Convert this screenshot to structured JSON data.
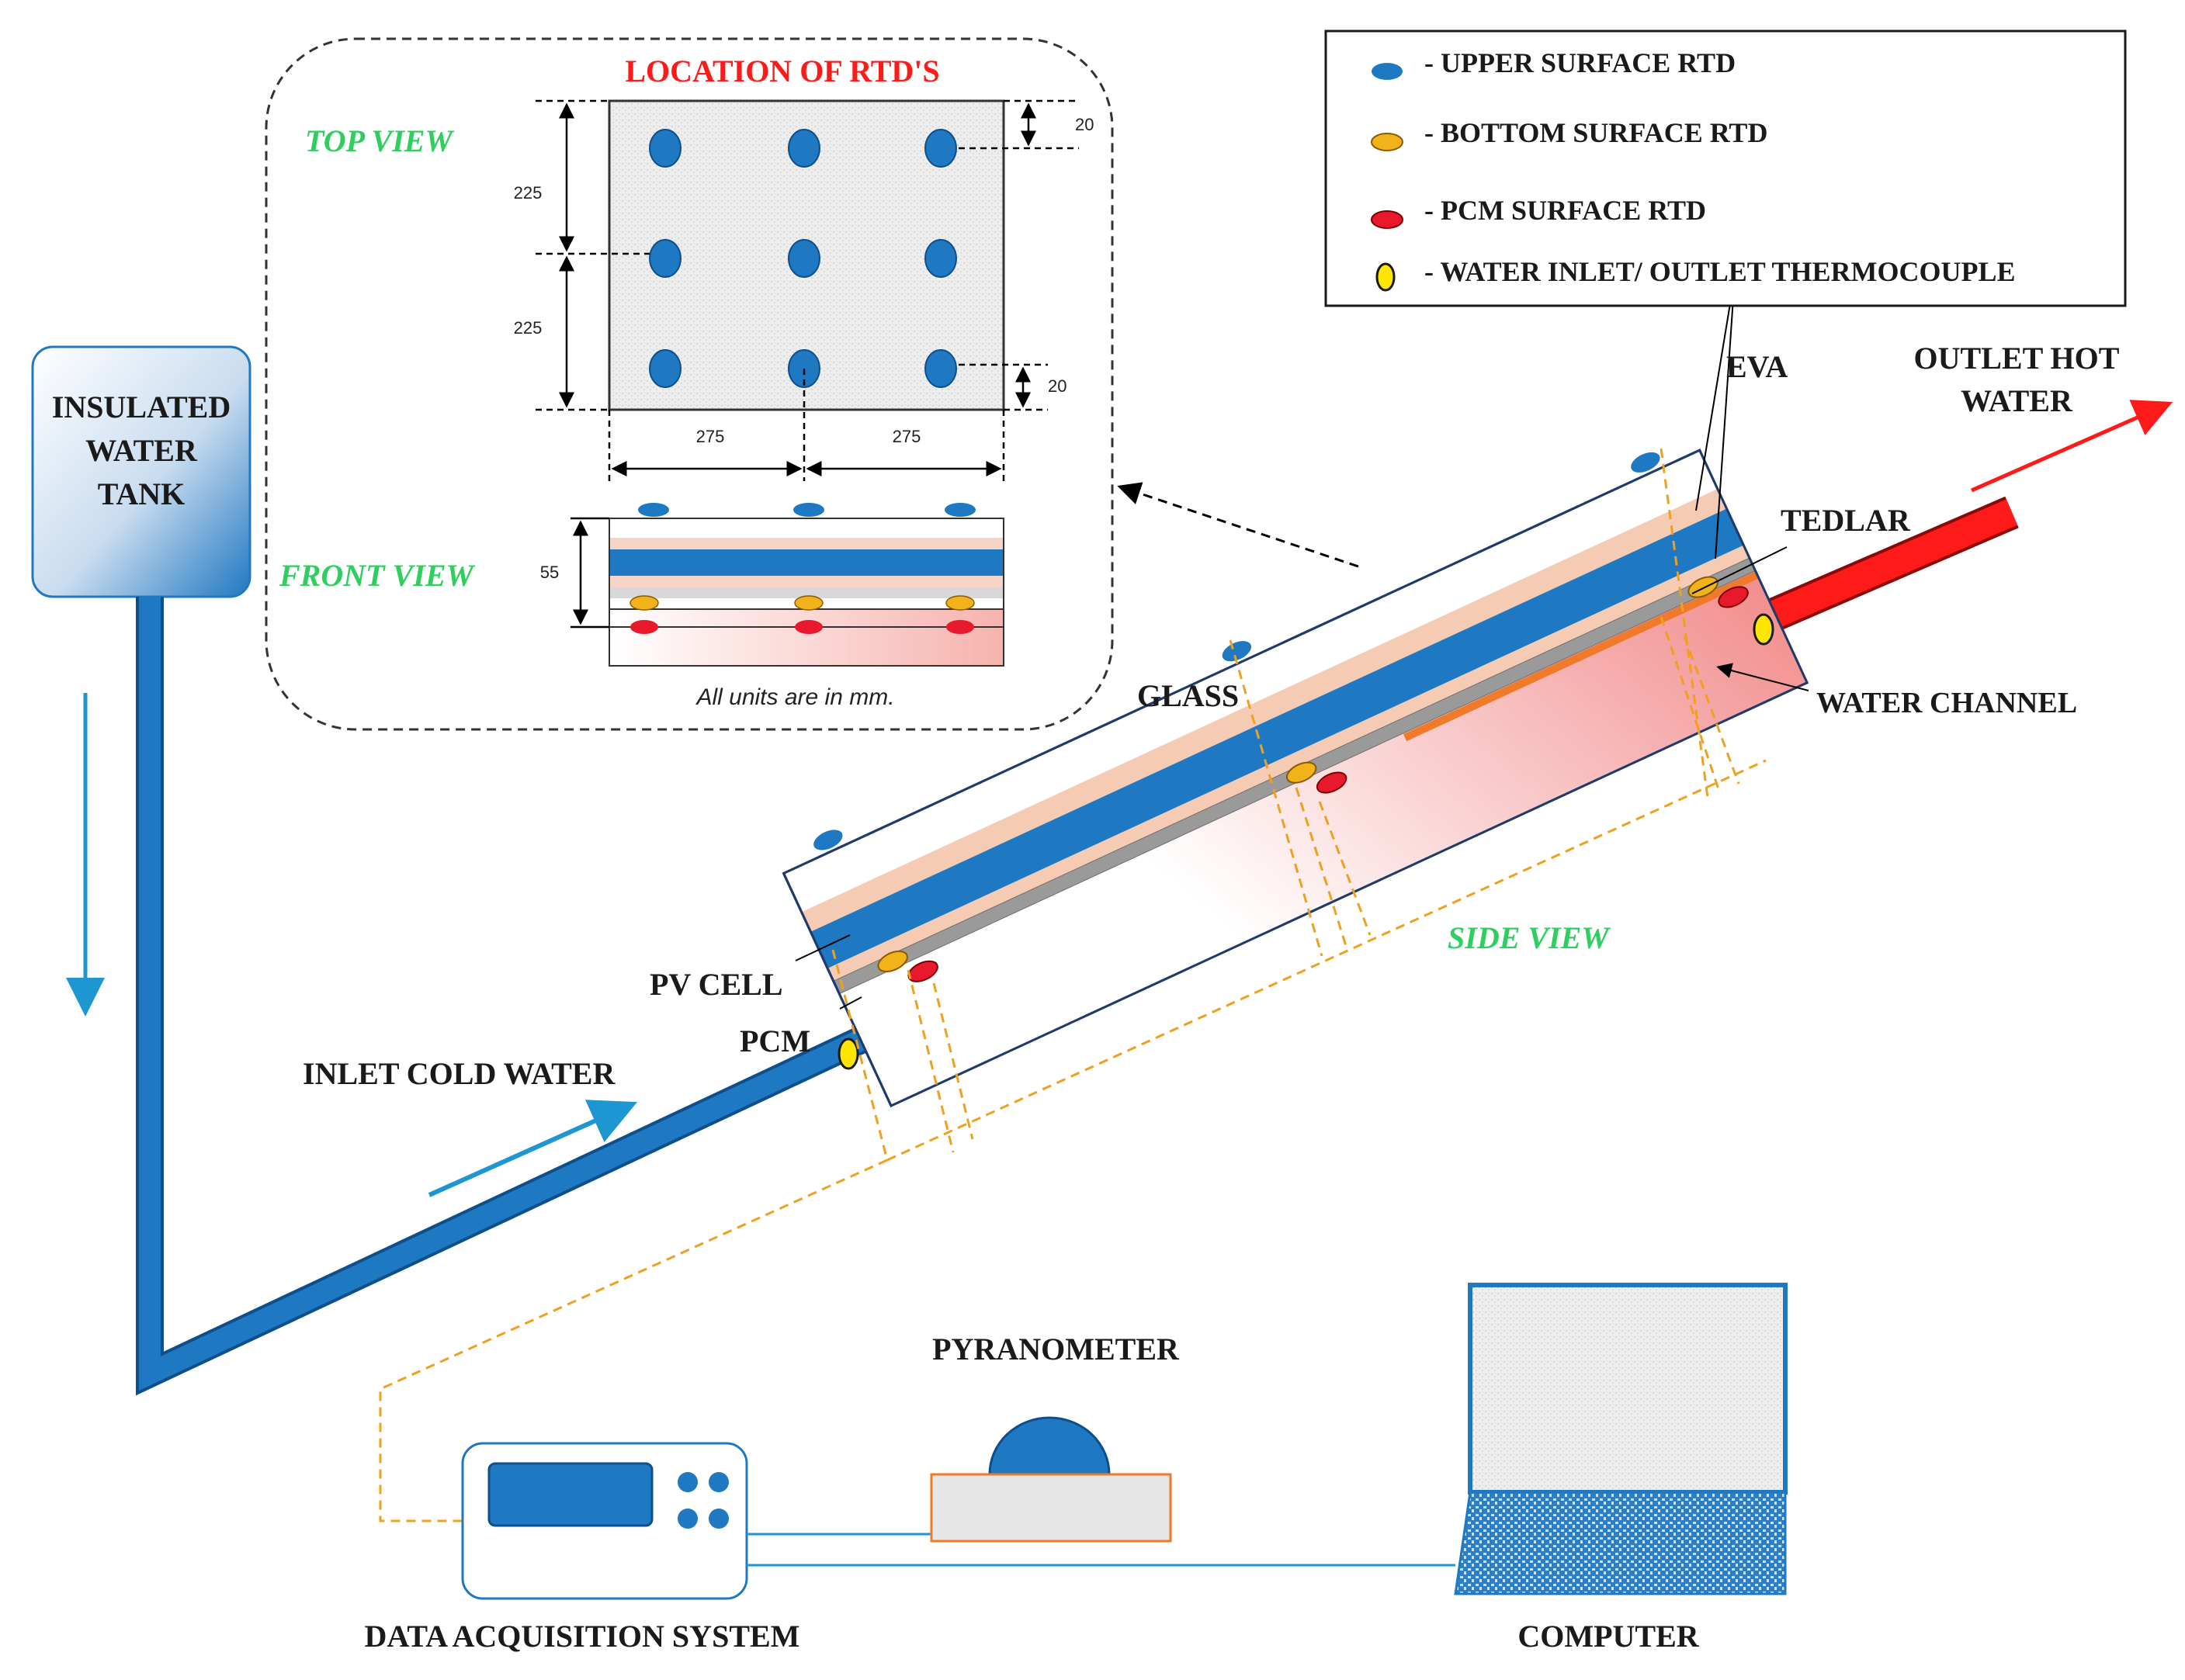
{
  "colors": {
    "pipe_blue": "#1f78c2",
    "hot_red": "#ff1a1a",
    "upper_rtd": "#1f78c2",
    "bottom_rtd": "#f2b21a",
    "pcm_rtd": "#e8192c",
    "thermocouple": "#ffe600",
    "view_label": "#2fcf5f",
    "title_red": "#ff1a1a",
    "wire_orange": "#f0a020"
  },
  "labels": {
    "tank": [
      "INSULATED",
      "WATER",
      "TANK"
    ],
    "location_title": "LOCATION OF RTD'S",
    "top_view": "TOP VIEW",
    "front_view": "FRONT VIEW",
    "side_view": "SIDE VIEW",
    "units_note": "All units  are in mm.",
    "eva": "EVA",
    "tedlar": "TEDLAR",
    "glass": "GLASS",
    "water_channel": "WATER CHANNEL",
    "outlet": [
      "OUTLET HOT",
      "WATER"
    ],
    "pv_cell": "PV CELL",
    "pcm": "PCM",
    "inlet": "INLET  COLD WATER",
    "pyranometer": "PYRANOMETER",
    "daq": "DATA ACQUISITION SYSTEM",
    "computer": "COMPUTER"
  },
  "dimensions": {
    "height_top": "225",
    "height_bottom": "225",
    "offset_top": "20",
    "offset_bottom": "20",
    "width_left": "275",
    "width_right": "275",
    "thickness": "55"
  },
  "legend": [
    {
      "marker": "upper-rtd",
      "text": "- UPPER SURFACE  RTD"
    },
    {
      "marker": "bottom-rtd",
      "text": "- BOTTOM SURFACE  RTD"
    },
    {
      "marker": "pcm-rtd",
      "text": "- PCM SURFACE  RTD"
    },
    {
      "marker": "thermocouple",
      "text": "- WATER INLET/ OUTLET THERMOCOUPLE"
    }
  ]
}
